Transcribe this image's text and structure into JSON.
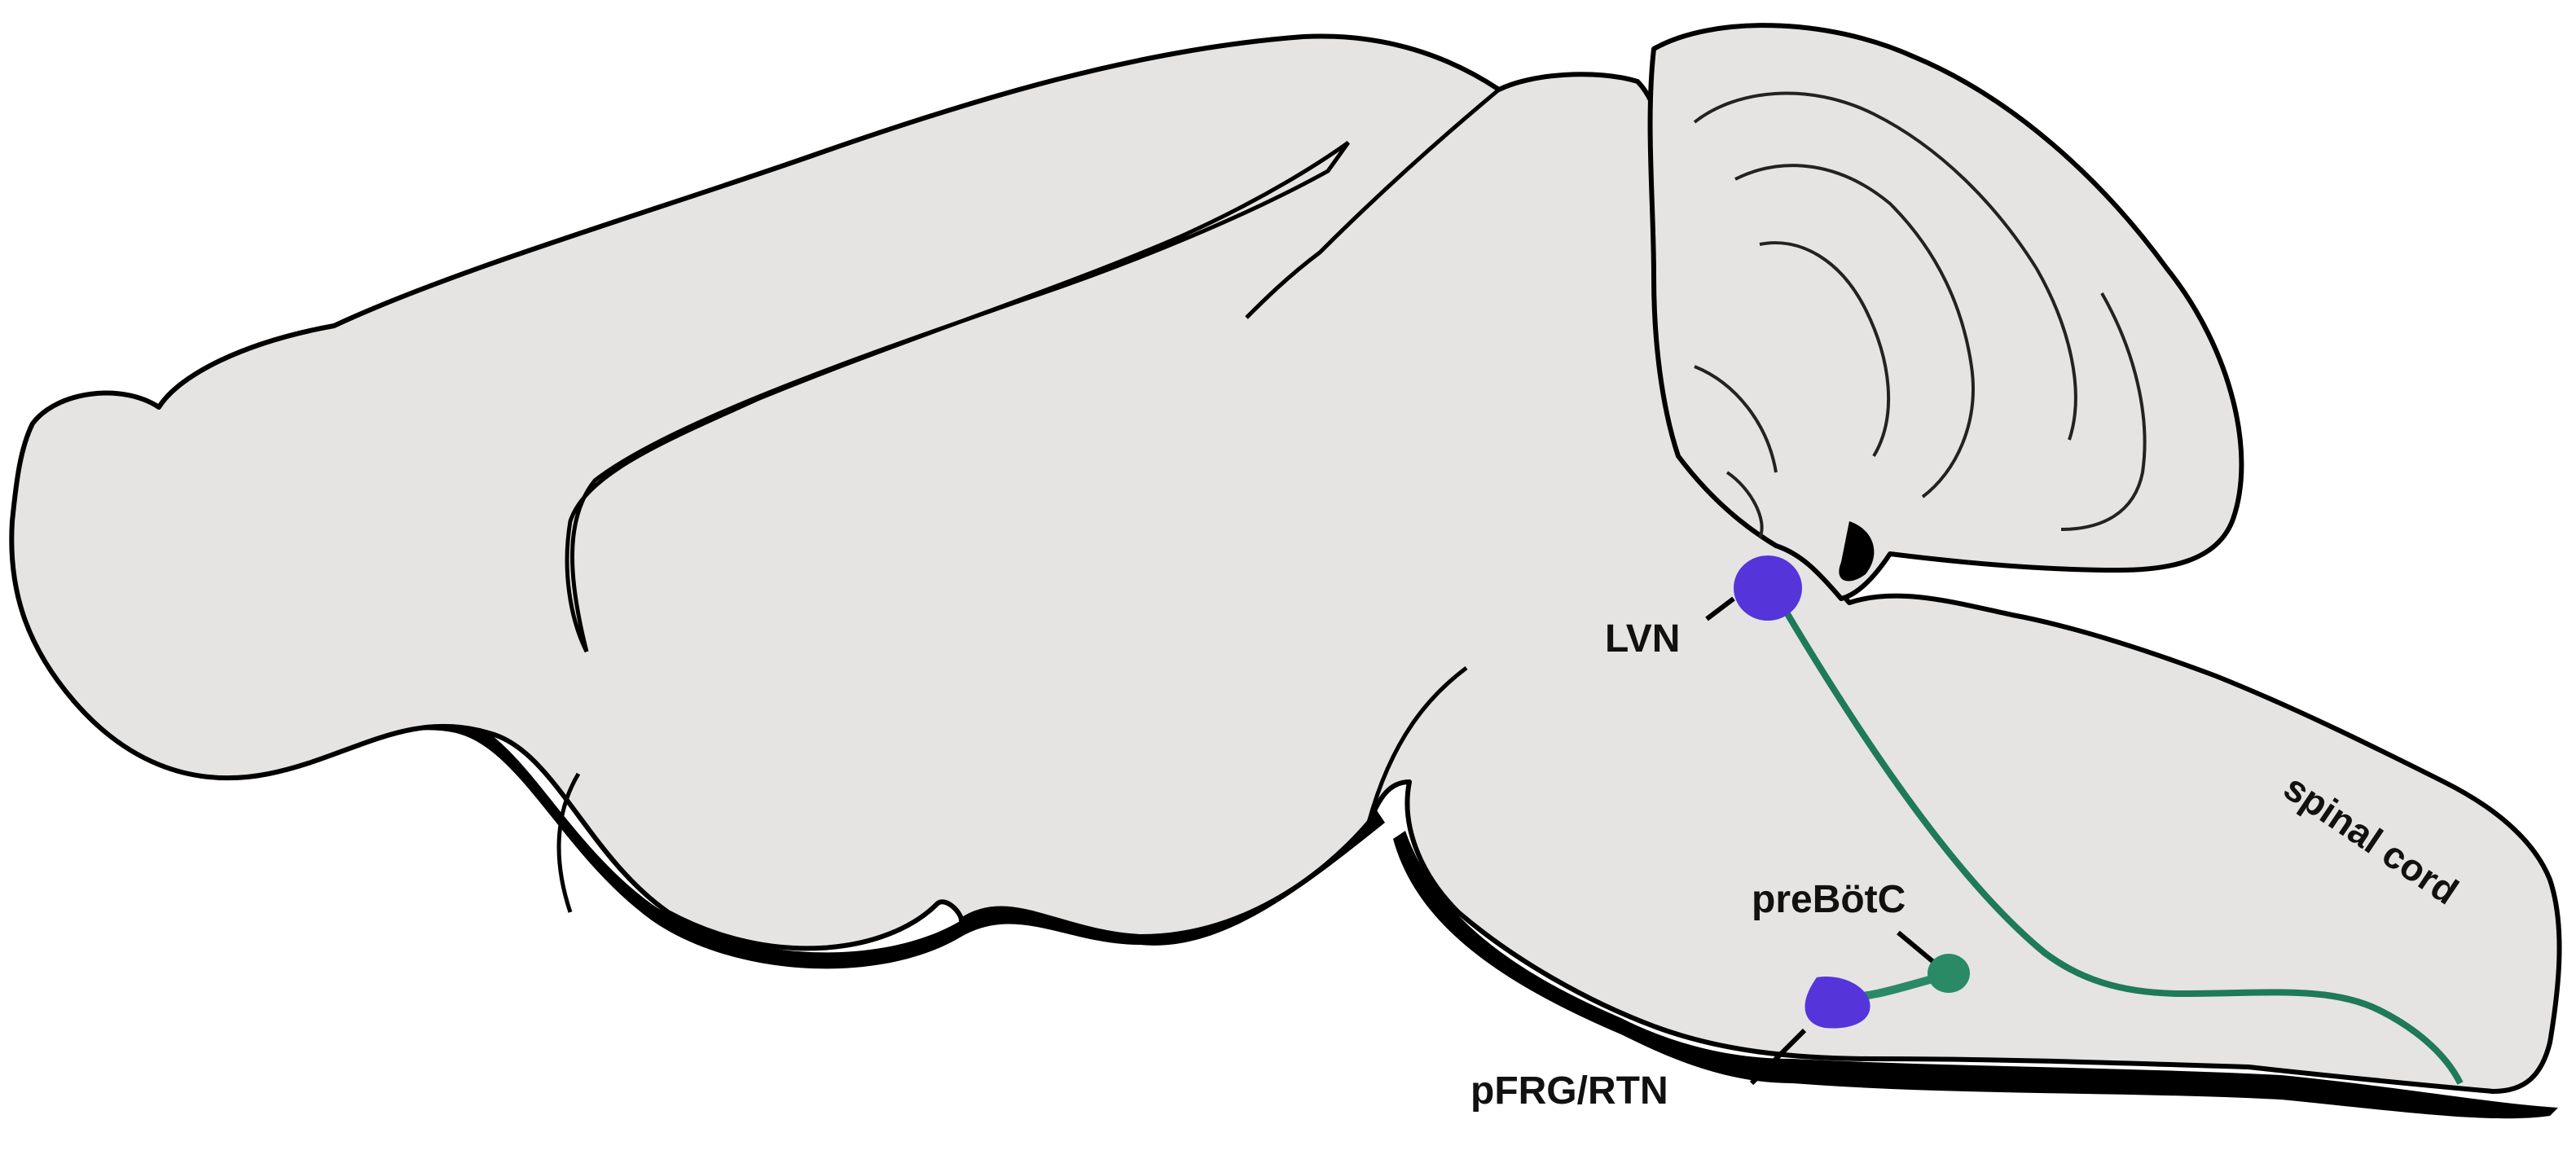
{
  "labels": {
    "lvn": "LVN",
    "prebotc": "preBötC",
    "pfrg_rtn": "pFRG/RTN",
    "spinal_cord": "spinal cord"
  },
  "colors": {
    "background": "#ffffff",
    "brain_fill": "#e5e4e2",
    "outline": "#000000",
    "nucleus_purple": "#5535d9",
    "pathway_green": "#1e7a58",
    "prebotc_green": "#2a8a66"
  },
  "icons": {
    "lvn_nucleus": "purple-circle",
    "pfrg_nucleus": "purple-blob",
    "prebotc_nucleus": "green-circle"
  }
}
